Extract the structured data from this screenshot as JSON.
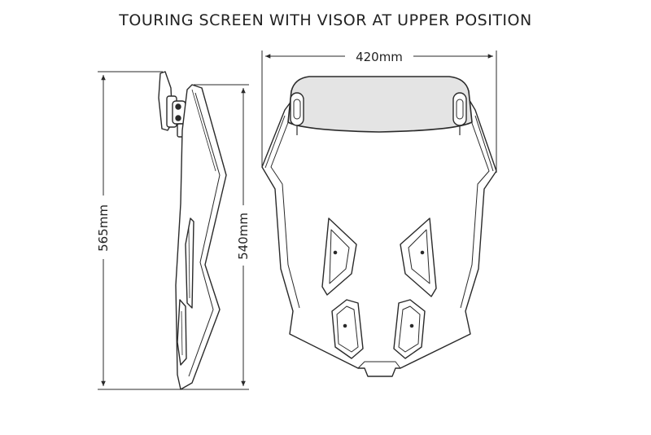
{
  "title": "TOURING SCREEN WITH VISOR AT UPPER POSITION",
  "dimensions": {
    "width": "420mm",
    "total_height": "565mm",
    "screen_height": "540mm"
  },
  "colors": {
    "line": "#2a2a2a",
    "visor_fill": "#e4e4e4",
    "background": "#ffffff"
  }
}
